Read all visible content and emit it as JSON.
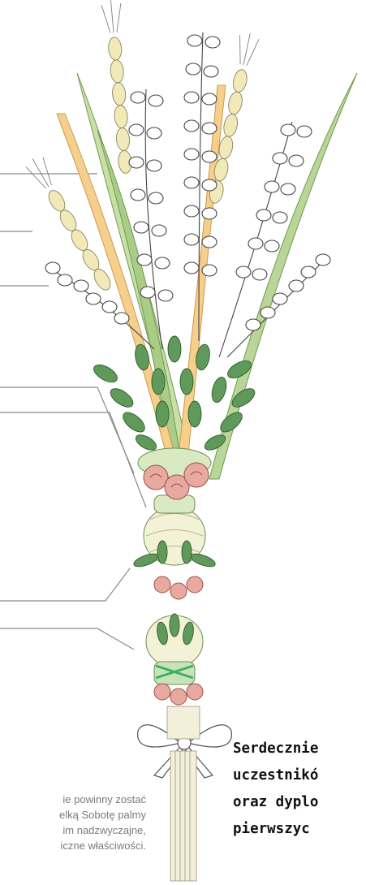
{
  "caption": {
    "lines": [
      "ie powinny zostać",
      "elką Sobotę palmy",
      "im nadzwyczajne,",
      "iczne właściwości."
    ]
  },
  "note": {
    "lines": [
      "Serdecznie",
      "uczestnikó",
      "oraz dyplo",
      "pierwszyc"
    ]
  },
  "colors": {
    "leaf_dark": "#5f9a5a",
    "leaf_light": "#c9dfa6",
    "wheat": "#f1eab8",
    "orange_stem": "#f7cf8c",
    "flower_pink": "#e8a9a0",
    "bow": "#ffffff",
    "callout_line": "#8a8a8a"
  }
}
